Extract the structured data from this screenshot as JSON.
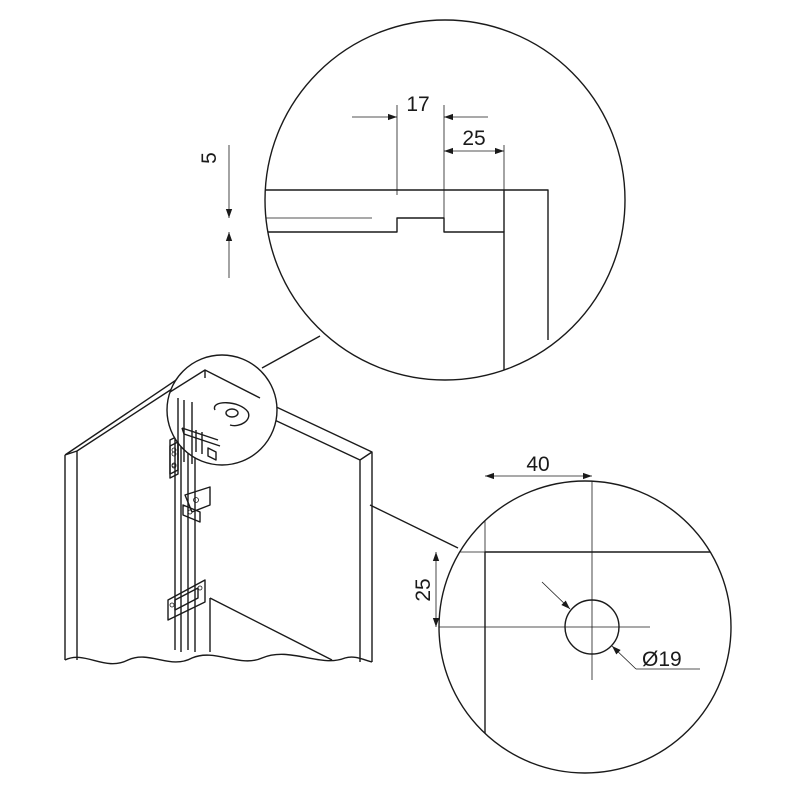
{
  "detail_top": {
    "dim_width": "17",
    "dim_offset": "25",
    "dim_depth": "5"
  },
  "detail_bottom": {
    "dim_horizontal": "40",
    "dim_vertical": "25",
    "dim_diameter": "Ø19"
  },
  "colors": {
    "line": "#1a1a1a",
    "background": "#ffffff"
  }
}
